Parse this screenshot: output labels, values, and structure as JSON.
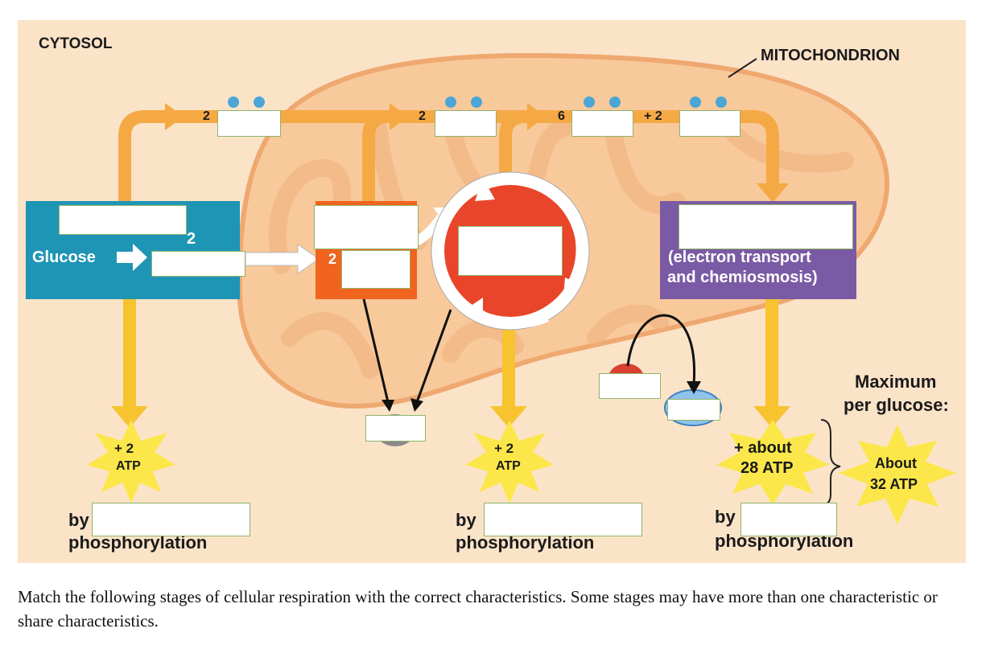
{
  "labels": {
    "cytosol": "CYTOSOL",
    "mitochondrion": "MITOCHONDRION",
    "glucose": "Glucose",
    "glycolysis_count": "2",
    "pyruvate_count": "2",
    "nadh_glycolysis_count": "2",
    "nadh_oxidation_count": "2",
    "nadh_cycle_count": "6",
    "fadh2_plus": "+ 2",
    "etc_caption_line1": "(electron transport",
    "etc_caption_line2": "and chemiosmosis)",
    "maximum_line1": "Maximum",
    "maximum_line2": "per glucose:"
  },
  "atp": {
    "glycolysis_line1": "+ 2",
    "glycolysis_line2": "ATP",
    "citric_line1": "+ 2",
    "citric_line2": "ATP",
    "oxphos_line1": "+ about",
    "oxphos_line2": "28 ATP",
    "total_line1": "About",
    "total_line2": "32 ATP"
  },
  "phosphorylation": {
    "by": "by",
    "word": "phosphorylation"
  },
  "instructions": "Match the following stages of cellular respiration with the correct characteristics. Some stages may have more than one characteristic or share characteristics.",
  "colors": {
    "cytosol_bg": "#fbe3c8",
    "mitochondrion": "#f8c99a",
    "glycolysis_box": "#1f95b5",
    "pyruvate_box": "#f0641f",
    "citric_cycle": "#e9452a",
    "etc_box": "#7a5aa4",
    "orange_arrow": "#f5a945",
    "yellow_arrow": "#f7c430",
    "atp_star": "#fbe74a",
    "electron_dot": "#49a6d6"
  }
}
